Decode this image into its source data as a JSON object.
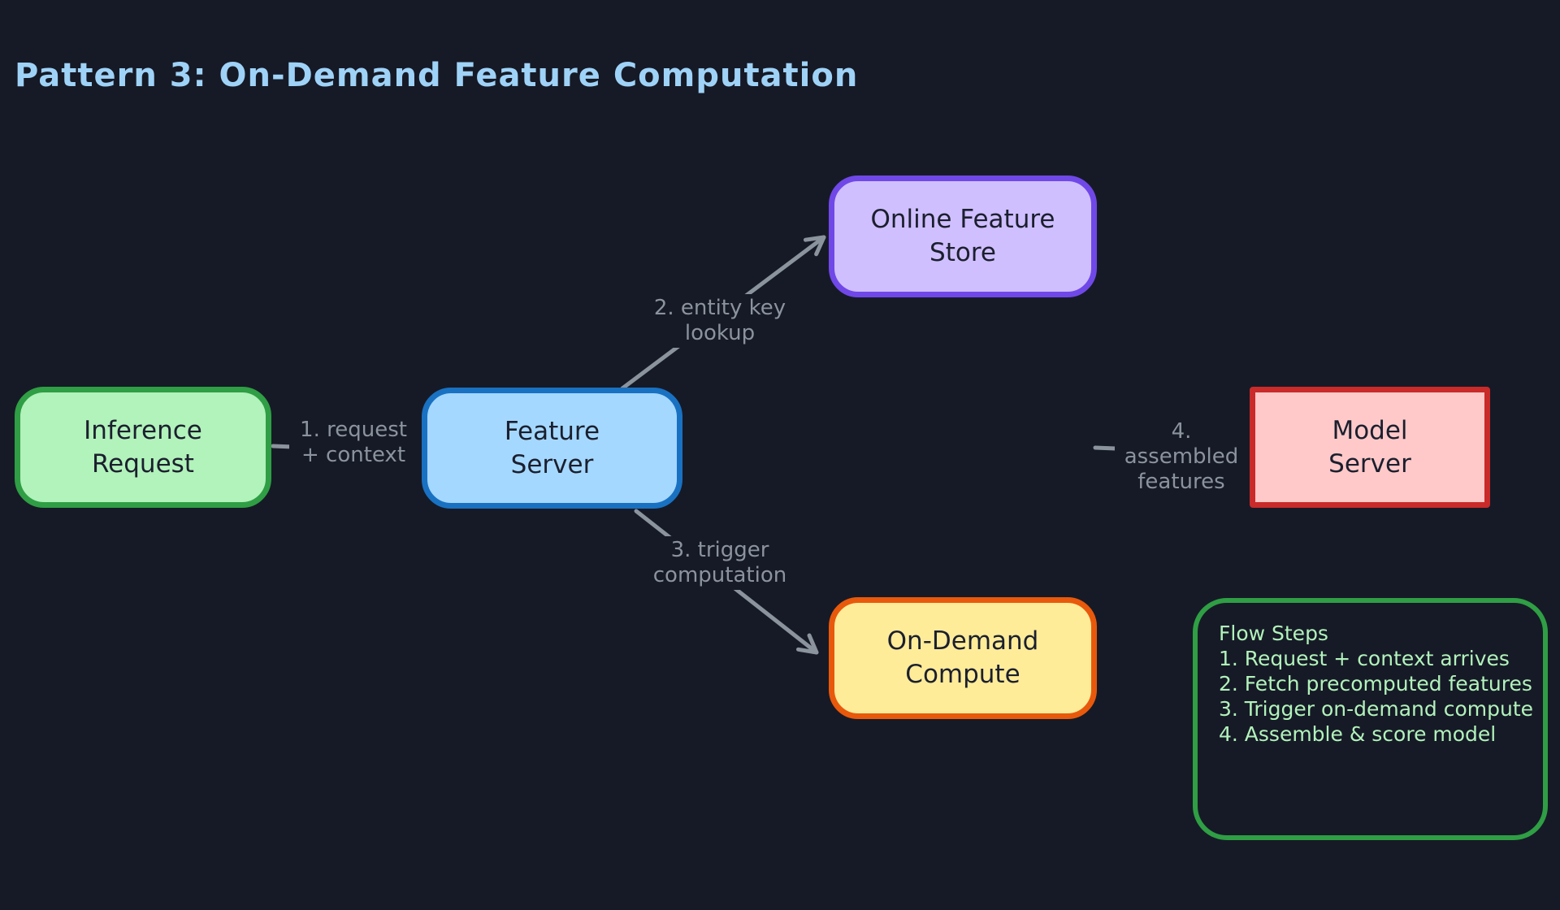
{
  "canvas": {
    "background": "#161a26"
  },
  "title": {
    "text": "Pattern 3: On-Demand Feature Computation",
    "color": "#9fd2f7"
  },
  "nodes": [
    {
      "id": "inference-request",
      "label": "Inference\nRequest",
      "fill": "#b2f2bb",
      "stroke": "#2f9e44",
      "shape": "rounded-rectangle"
    },
    {
      "id": "feature-server",
      "label": "Feature\nServer",
      "fill": "#a5d8ff",
      "stroke": "#1971c2",
      "shape": "rounded-rectangle"
    },
    {
      "id": "online-feature-store",
      "label": "Online Feature\nStore",
      "fill": "#d0bfff",
      "stroke": "#7048e8",
      "shape": "rounded-rectangle"
    },
    {
      "id": "on-demand-compute",
      "label": "On-Demand\nCompute",
      "fill": "#ffec99",
      "stroke": "#e8590c",
      "shape": "rounded-rectangle"
    },
    {
      "id": "model-server",
      "label": "Model\nServer",
      "fill": "#ffc9c9",
      "stroke": "#c92a2a",
      "shape": "rectangle"
    }
  ],
  "edges": [
    {
      "id": "edge-1",
      "from": "inference-request",
      "to": "feature-server",
      "label": "1. request\n+ context",
      "color": "#8b939d"
    },
    {
      "id": "edge-2",
      "from": "feature-server",
      "to": "online-feature-store",
      "label": "2. entity key\nlookup",
      "color": "#8b939d"
    },
    {
      "id": "edge-3",
      "from": "feature-server",
      "to": "on-demand-compute",
      "label": "3. trigger\ncomputation",
      "color": "#8b939d"
    },
    {
      "id": "edge-4",
      "from": "on-demand-compute",
      "to": "model-server",
      "label": "4. assembled\nfeatures",
      "color": "#8b939d"
    }
  ],
  "legend": {
    "title": "Flow Steps",
    "items": [
      "1. Request + context arrives",
      "2. Fetch precomputed features",
      "3. Trigger on-demand compute",
      "4. Assemble & score model"
    ],
    "border_color": "#2f9e44",
    "text_color": "#b2f2bb"
  }
}
